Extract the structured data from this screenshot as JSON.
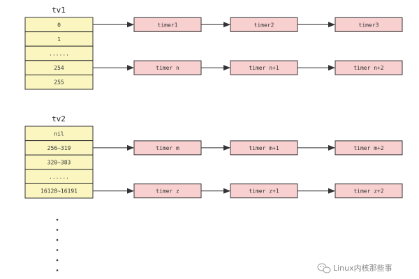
{
  "tv1": {
    "title": "tv1",
    "cells": [
      "0",
      "1",
      "......",
      "254",
      "255"
    ],
    "rows": [
      {
        "slot": 0,
        "timers": [
          "timer1",
          "timer2",
          "timer3"
        ]
      },
      {
        "slot": 3,
        "timers": [
          "timer n",
          "timer n+1",
          "timer n+2"
        ]
      }
    ]
  },
  "tv2": {
    "title": "tv2",
    "cells": [
      "nil",
      "256~319",
      "320~383",
      "......",
      "16128~16191"
    ],
    "rows": [
      {
        "slot": 1,
        "timers": [
          "timer m",
          "timer m+1",
          "timer m+2"
        ]
      },
      {
        "slot": 4,
        "timers": [
          "timer z",
          "timer z+1",
          "timer z+2"
        ]
      }
    ]
  },
  "continuation_dots": 6,
  "watermark": {
    "icon": "wechat-icon",
    "text": "Linux内核那些事"
  },
  "colors": {
    "cell_fill": "#fbf6c0",
    "timer_fill": "#f8d0d0",
    "stroke": "#333333"
  }
}
